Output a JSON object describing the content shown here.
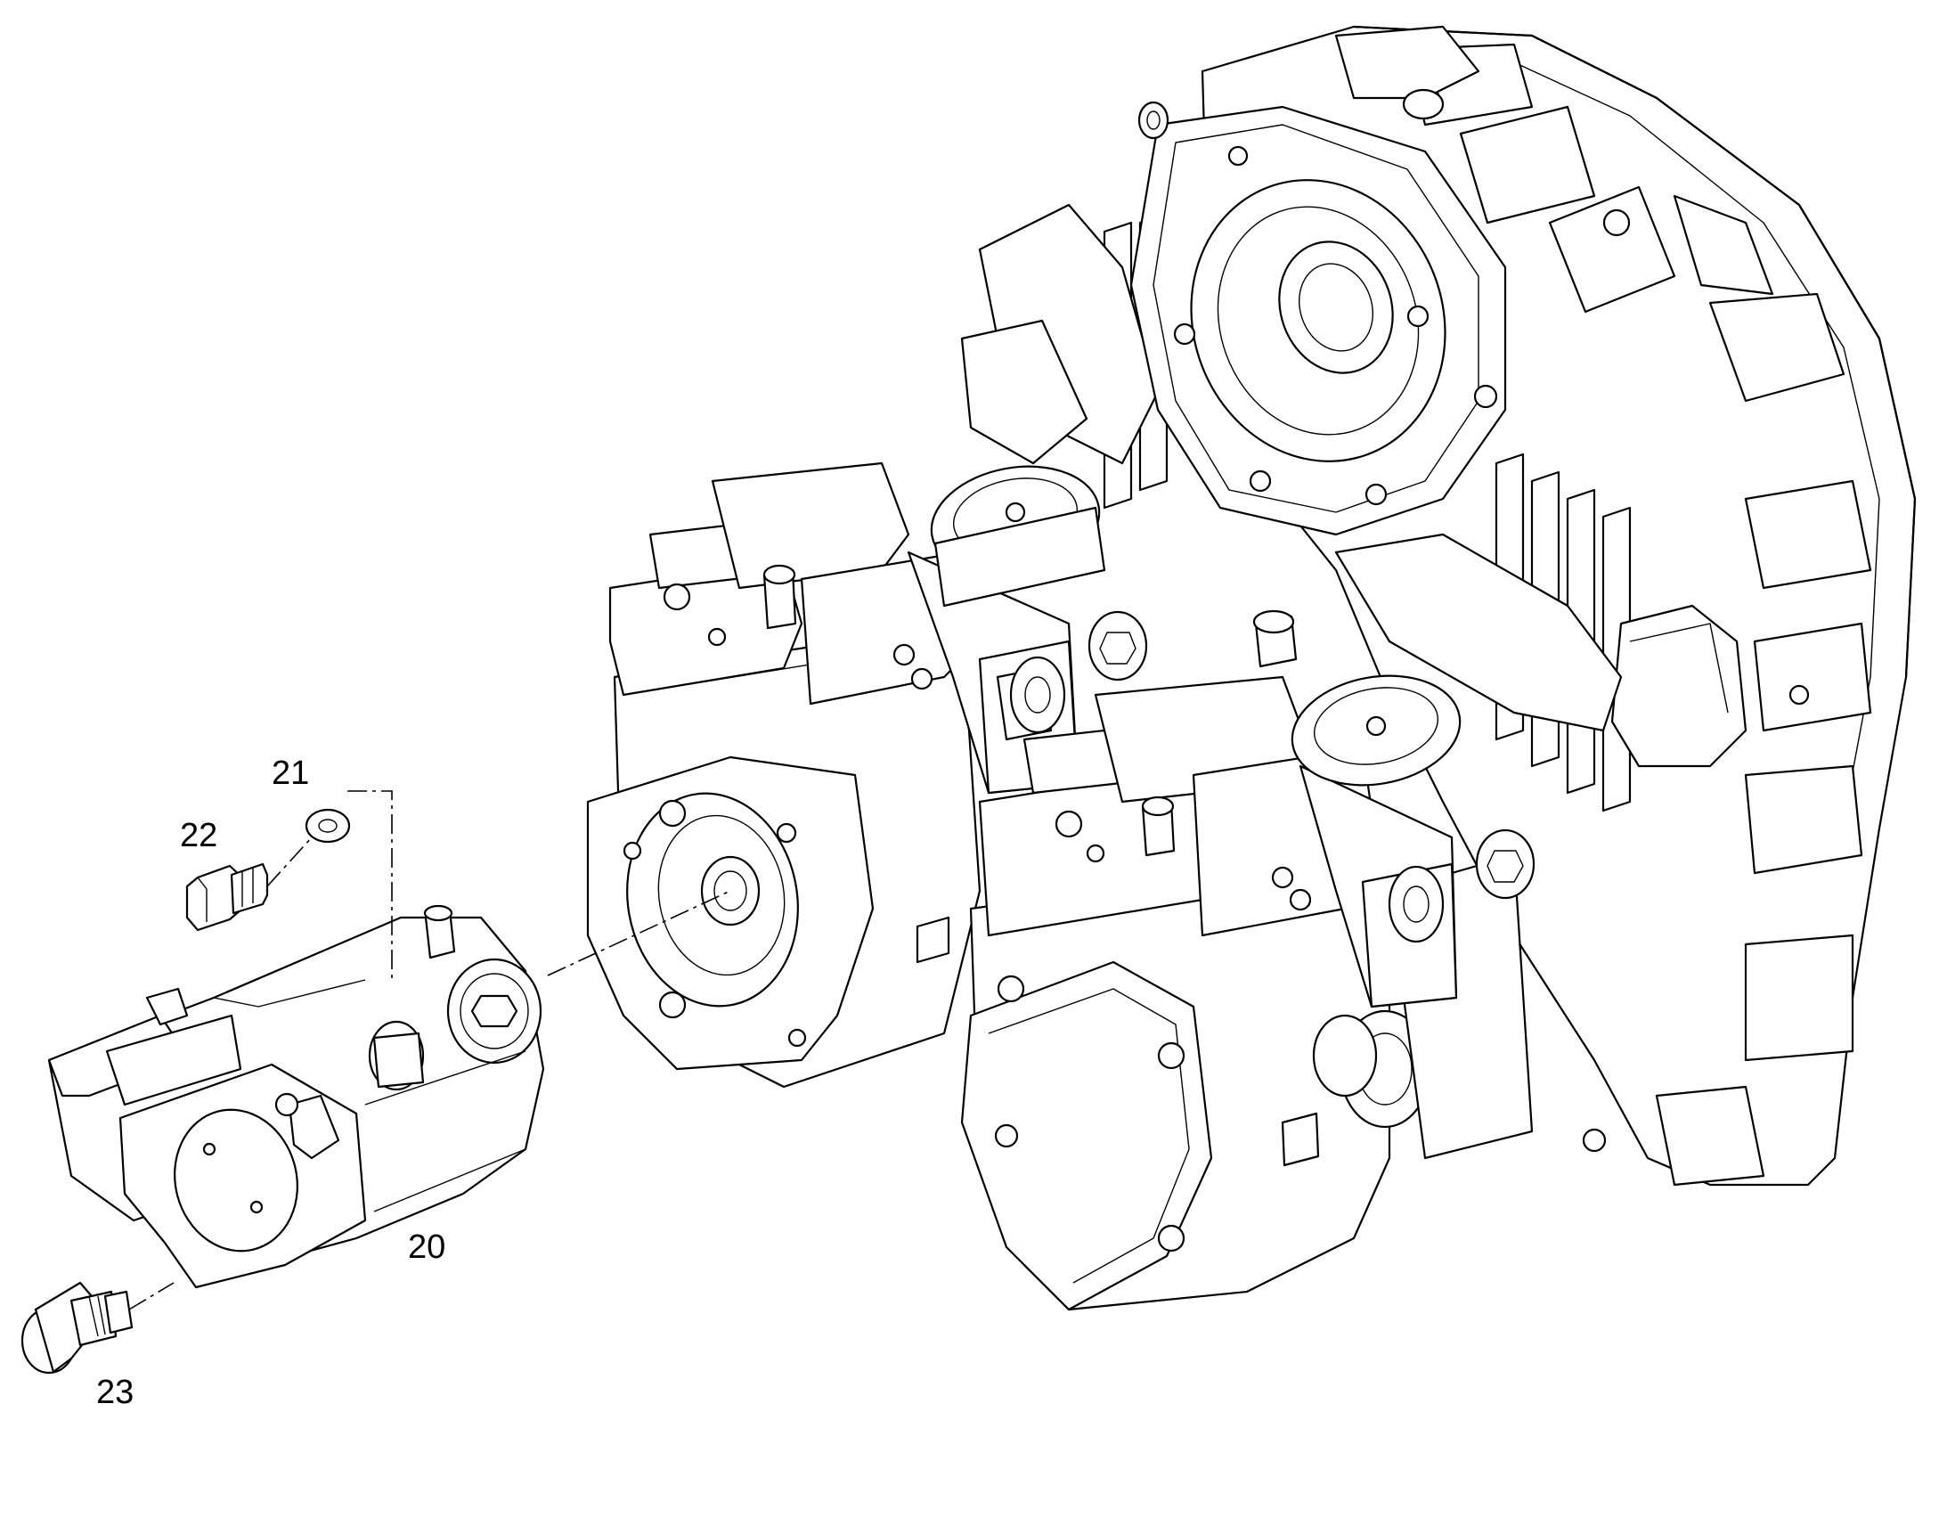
{
  "callouts": {
    "c20": "20",
    "c21": "21",
    "c22": "22",
    "c23": "23"
  }
}
